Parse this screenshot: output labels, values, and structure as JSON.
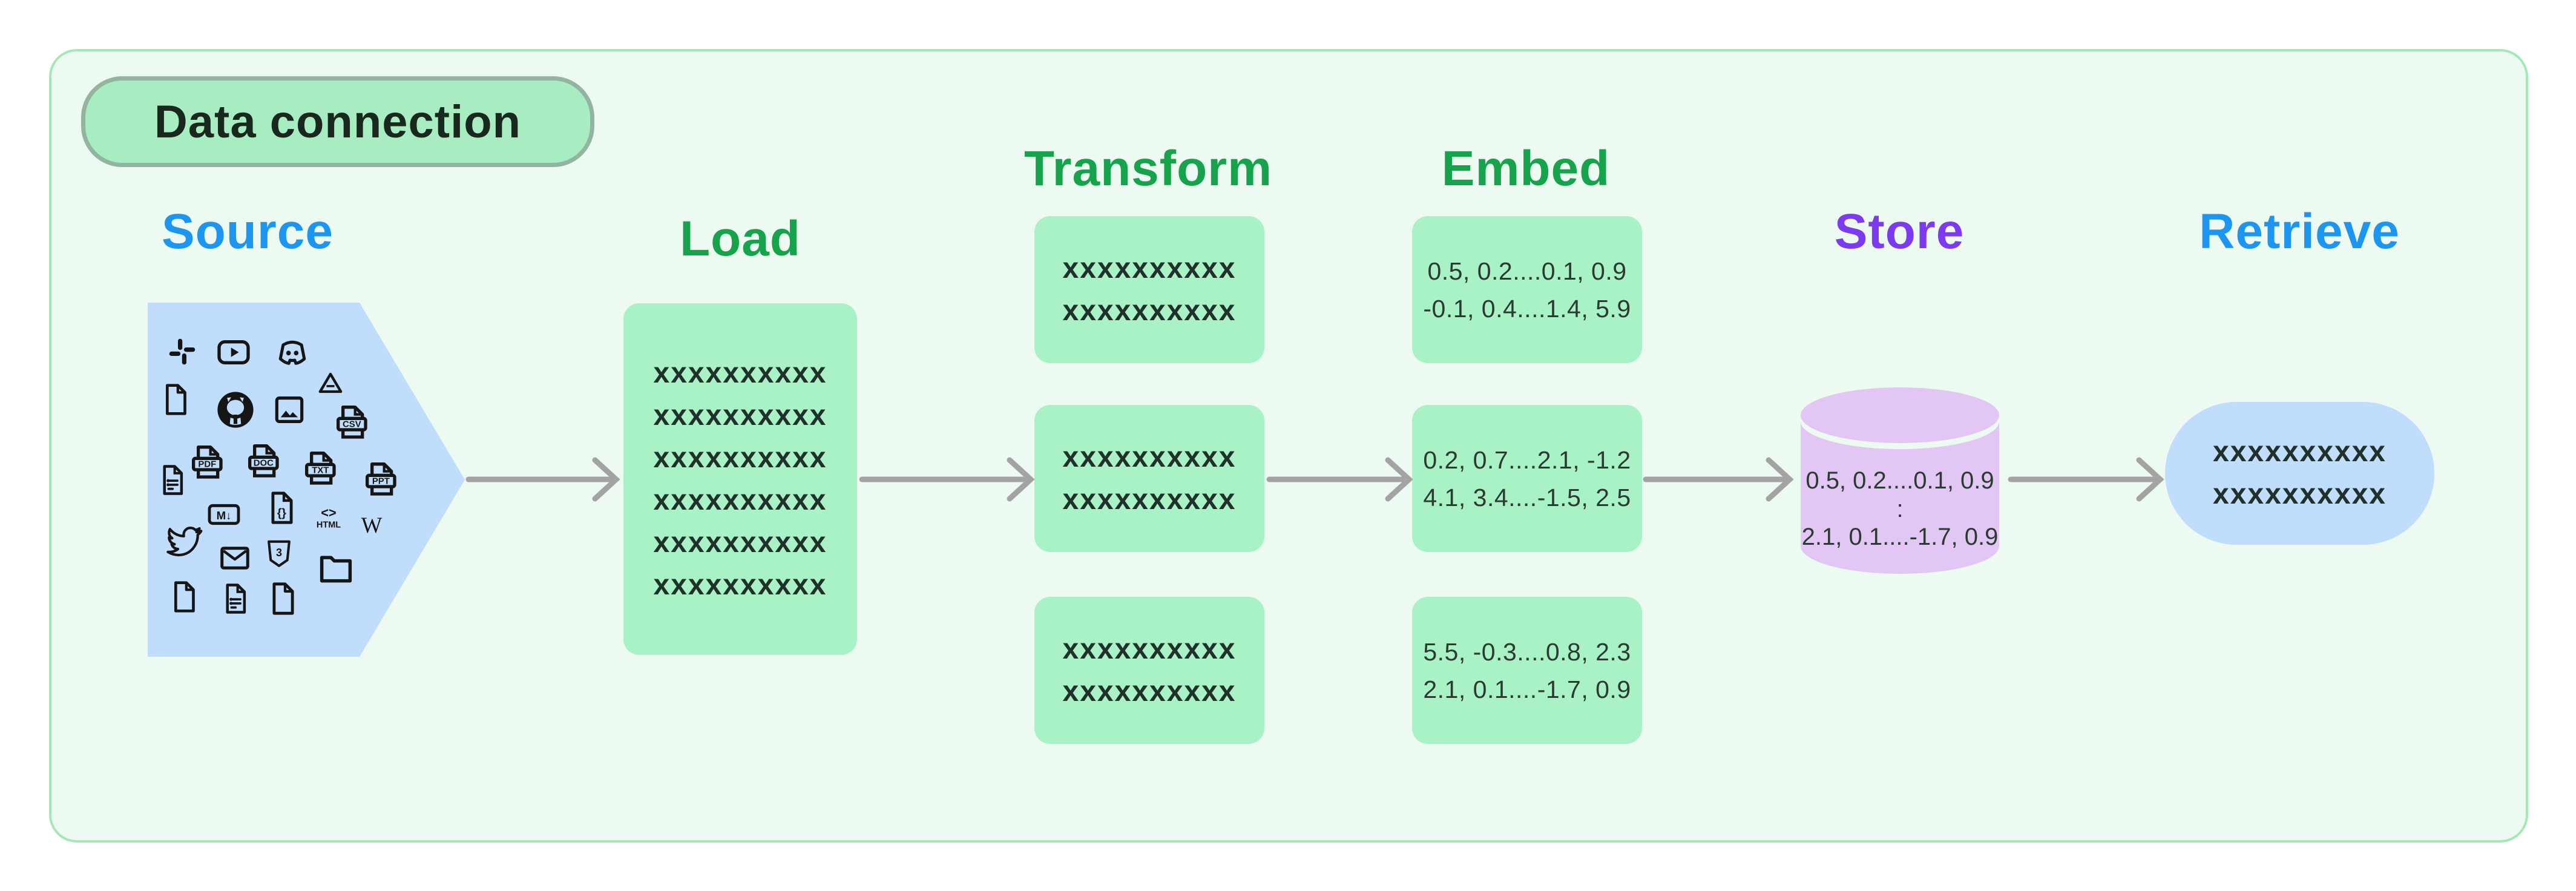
{
  "badge": {
    "label": "Data connection"
  },
  "headings": {
    "source": "Source",
    "load": "Load",
    "transform": "Transform",
    "embed": "Embed",
    "store": "Store",
    "retrieve": "Retrieve"
  },
  "colors": {
    "heading_blue": "#1c96f0",
    "heading_green": "#16a34b",
    "heading_purple": "#7c3bf0",
    "green_box": "#a9f2c6",
    "blue_shape": "#c0ddfb",
    "cylinder_purple": "#e2c7f5",
    "arrow_gray": "#a3a3a3",
    "card_bg": "#ecfaf1",
    "card_border": "#a5e8b6",
    "badge_bg": "#a8ecc2",
    "badge_border": "#92b4a1"
  },
  "source": {
    "icons": [
      "slack-icon",
      "youtube-icon",
      "discord-icon",
      "file-icon",
      "github-icon",
      "image-icon",
      "gdrive-icon",
      "csv-file-icon",
      "notes-file-icon",
      "pdf-file-icon",
      "doc-file-icon",
      "txt-file-icon",
      "ppt-file-icon",
      "markdown-icon",
      "code-file-icon",
      "html-icon",
      "wikipedia-icon",
      "twitter-icon",
      "mail-icon",
      "css3-icon",
      "folder-icon",
      "file-icon",
      "notes-file-icon",
      "file-icon"
    ],
    "icon_labels": {
      "csv": "CSV",
      "pdf": "PDF",
      "doc": "DOC",
      "txt": "TXT",
      "ppt": "PPT",
      "markdown": "M↓",
      "code": "{}",
      "html_brackets": "<>",
      "html": "HTML",
      "wikipedia": "W",
      "css3": "3"
    }
  },
  "load_box": {
    "lines": [
      "xxxxxxxxxx",
      "xxxxxxxxxx",
      "xxxxxxxxxx",
      "xxxxxxxxxx",
      "xxxxxxxxxx",
      "xxxxxxxxxx"
    ]
  },
  "transform_boxes": [
    {
      "lines": [
        "xxxxxxxxxx",
        "xxxxxxxxxx"
      ]
    },
    {
      "lines": [
        "xxxxxxxxxx",
        "xxxxxxxxxx"
      ]
    },
    {
      "lines": [
        "xxxxxxxxxx",
        "xxxxxxxxxx"
      ]
    }
  ],
  "embed_boxes": [
    {
      "lines": [
        "0.5, 0.2....0.1, 0.9",
        "-0.1, 0.4....1.4, 5.9"
      ]
    },
    {
      "lines": [
        "0.2, 0.7....2.1, -1.2",
        "4.1, 3.4....-1.5, 2.5"
      ]
    },
    {
      "lines": [
        "5.5, -0.3....0.8, 2.3",
        "2.1, 0.1....-1.7, 0.9"
      ]
    }
  ],
  "store_cylinder": {
    "lines": [
      "0.5, 0.2....0.1, 0.9",
      ":",
      "2.1, 0.1....-1.7, 0.9"
    ]
  },
  "retrieve_box": {
    "lines": [
      "xxxxxxxxxx",
      "xxxxxxxxxx"
    ]
  }
}
